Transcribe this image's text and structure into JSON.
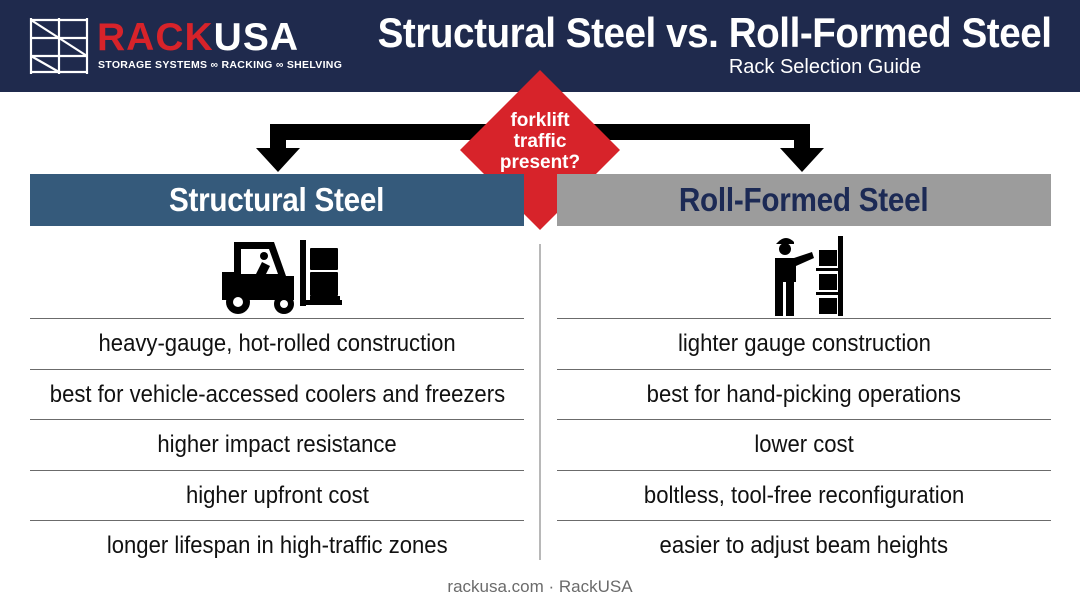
{
  "header": {
    "logo_rack": "RACK",
    "logo_usa": "USA",
    "logo_tagline": "STORAGE SYSTEMS ∞ RACKING ∞ SHELVING",
    "title": "Structural Steel vs. Roll-Formed Steel",
    "subtitle": "Rack Selection Guide"
  },
  "decision": {
    "question_line1": "forklift",
    "question_line2": "traffic",
    "question_line3": "present?"
  },
  "left": {
    "heading": "Structural Steel",
    "icon": "forklift-icon",
    "items": [
      "heavy-gauge, hot-rolled construction",
      "best for vehicle-accessed coolers and freezers",
      "higher impact resistance",
      "higher upfront cost",
      "longer lifespan in high-traffic zones"
    ]
  },
  "right": {
    "heading": "Roll-Formed Steel",
    "icon": "worker-shelving-icon",
    "items": [
      "lighter gauge construction",
      "best for hand-picking operations",
      "lower cost",
      "boltless, tool-free reconfiguration",
      "easier to adjust beam heights"
    ]
  },
  "footer": {
    "text": "rackusa.com · RackUSA"
  },
  "colors": {
    "header_bg": "#1f2a4d",
    "brand_red": "#d7232a",
    "structural_blue": "#355a7b",
    "rollformed_gray": "#9c9c9c",
    "rollformed_text": "#1c2a55"
  }
}
